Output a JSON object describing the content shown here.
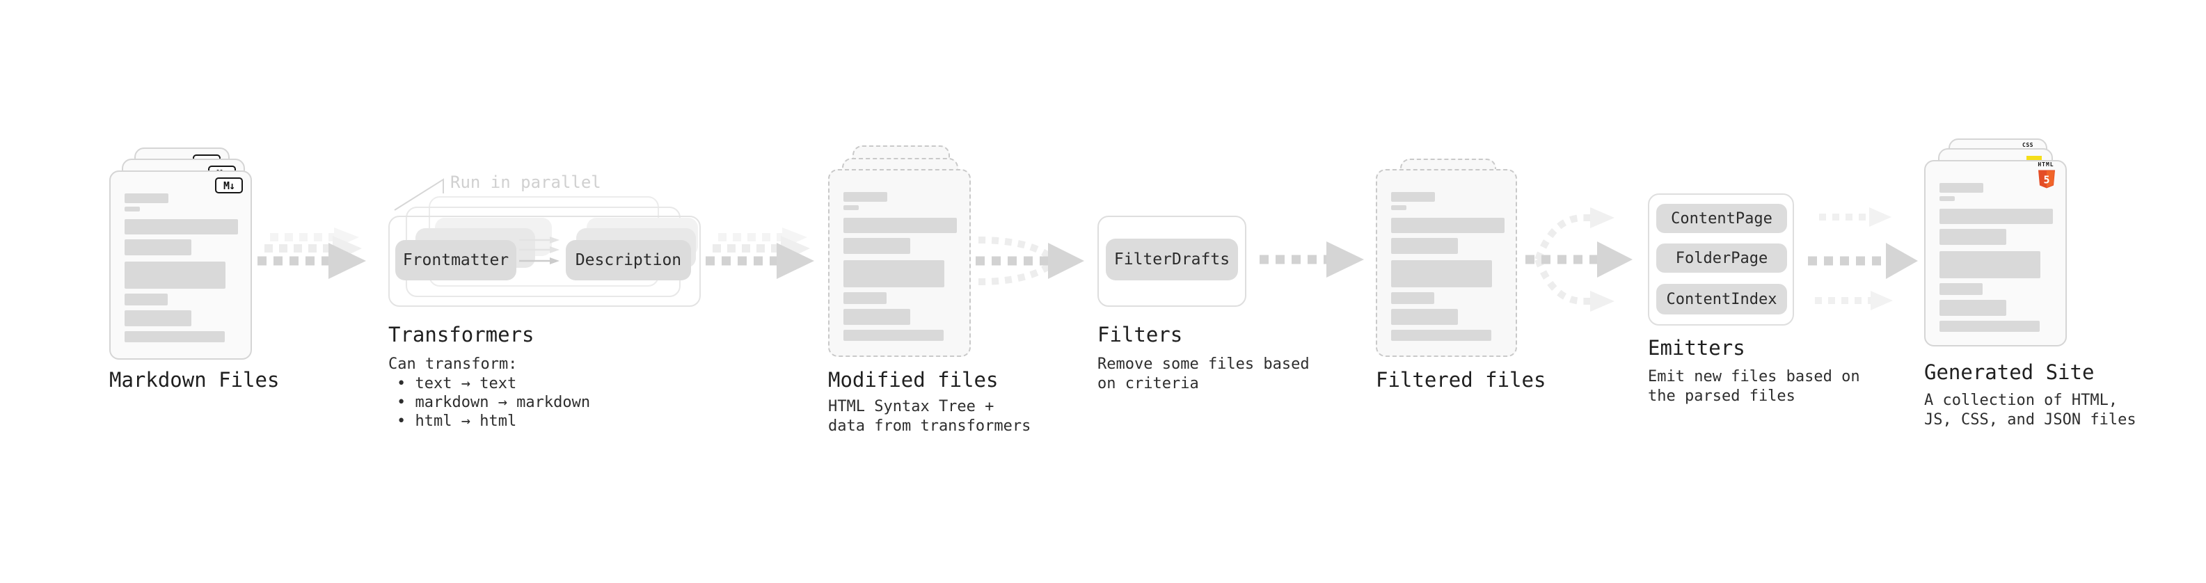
{
  "stages": {
    "markdown_files": {
      "title": "Markdown Files",
      "badge": "M↓"
    },
    "transformers": {
      "title": "Transformers",
      "note": "Run in parallel",
      "step1": "Frontmatter",
      "step2": "Description",
      "caption": "Can transform:",
      "bullets": [
        "• text → text",
        "• markdown → markdown",
        "• html → html"
      ]
    },
    "modified_files": {
      "title": "Modified files",
      "caption": "HTML Syntax Tree +\ndata from transformers"
    },
    "filters": {
      "title": "Filters",
      "step": "FilterDrafts",
      "caption": "Remove some files based\non criteria"
    },
    "filtered_files": {
      "title": "Filtered files"
    },
    "emitters": {
      "title": "Emitters",
      "steps": [
        "ContentPage",
        "FolderPage",
        "ContentIndex"
      ],
      "caption": "Emit new files based on\nthe parsed files"
    },
    "generated_site": {
      "title": "Generated Site",
      "caption": "A collection of HTML,\nJS, CSS, and JSON files",
      "html_badge_label": "HTML",
      "html_badge_number": "5",
      "css_badge_label": "CSS"
    }
  },
  "colors": {
    "html5_orange": "#e44d26",
    "html5_orange_light": "#f16529",
    "js_yellow": "#f5de19",
    "css_blue": "#2965f1",
    "arrow_gray": "#d2d2d2",
    "arrow_light": "#ededed",
    "bar_gray": "#d9d9d9"
  }
}
